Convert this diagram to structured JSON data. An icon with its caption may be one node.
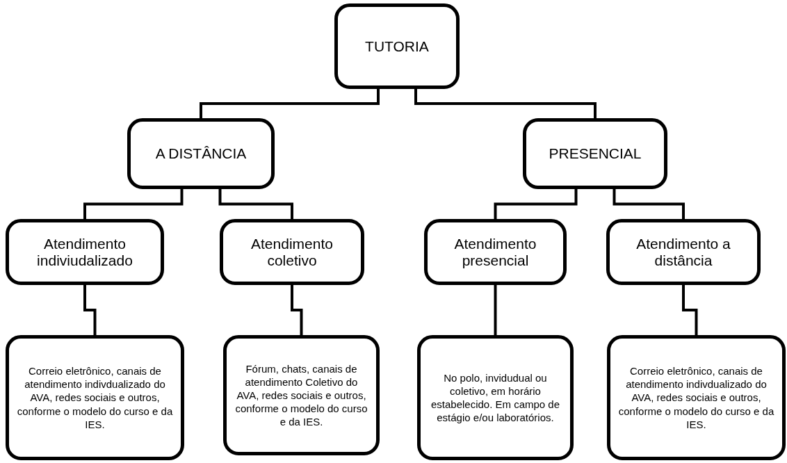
{
  "diagram": {
    "nodes": [
      {
        "text": [
          "TUTORIA"
        ]
      },
      {
        "text": [
          "A DISTÂNCIA"
        ]
      },
      {
        "text": [
          "PRESENCIAL"
        ]
      },
      {
        "text": [
          "Atendimento indiviudalizado"
        ]
      },
      {
        "text": [
          "Atendimento coletivo"
        ]
      },
      {
        "text": [
          "Atendimento presencial"
        ]
      },
      {
        "text": [
          "Atendimento a distância"
        ]
      },
      {
        "text": [
          "Correio eletrônico, canais de atendimento indivdualizado do AVA, redes sociais e outros, conforme o modelo do curso e da IES."
        ]
      },
      {
        "text": [
          "Fórum, chats, canais de atendimento Coletivo do AVA, redes sociais e outros, conforme o modelo do curso e da IES."
        ]
      },
      {
        "text": [
          "No polo,  invidudual ou coletivo, em horário estabelecido. Em campo de estágio e/ou laboratórios."
        ]
      },
      {
        "text": [
          "Correio eletrônico, canais de atendimento indivdualizado do AVA, redes sociais e outros, conforme o modelo do curso e da IES."
        ]
      }
    ],
    "edges": [
      {
        "from": 0,
        "to": 1,
        "arrow": "none"
      },
      {
        "from": 0,
        "to": 2,
        "arrow": "none"
      },
      {
        "from": 1,
        "to": 3,
        "arrow": "none"
      },
      {
        "from": 1,
        "to": 4,
        "arrow": "none"
      },
      {
        "from": 2,
        "to": 5,
        "arrow": "none"
      },
      {
        "from": 2,
        "to": 6,
        "arrow": "none"
      },
      {
        "from": 3,
        "to": 7,
        "arrow": "none"
      },
      {
        "from": 4,
        "to": 8,
        "arrow": "none"
      },
      {
        "from": 5,
        "to": 9,
        "arrow": "none"
      },
      {
        "from": 6,
        "to": 10,
        "arrow": "none"
      }
    ]
  }
}
